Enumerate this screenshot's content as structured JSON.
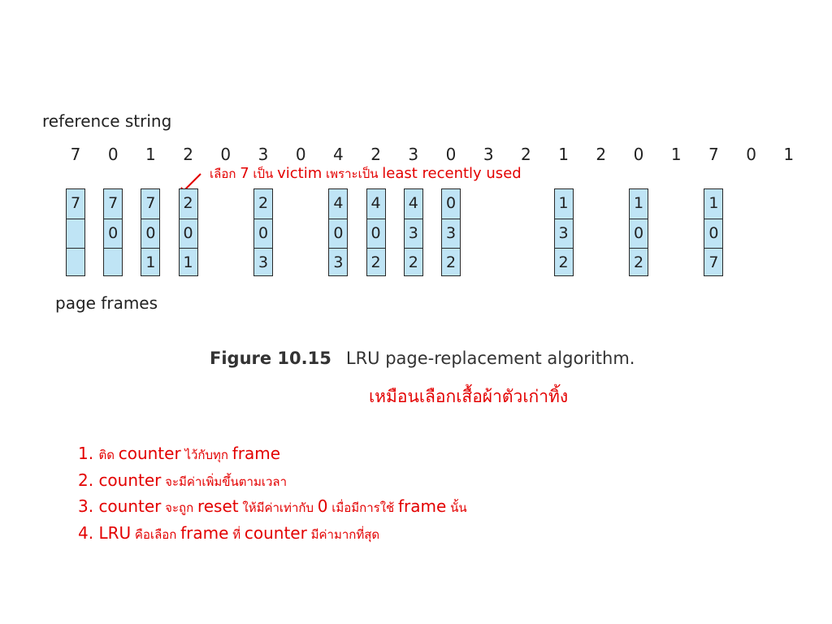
{
  "reference_string_label": "reference string",
  "page_frames_label": "page frames",
  "reference_string": [
    "7",
    "0",
    "1",
    "2",
    "0",
    "3",
    "0",
    "4",
    "2",
    "3",
    "0",
    "3",
    "2",
    "1",
    "2",
    "0",
    "1",
    "7",
    "0",
    "1"
  ],
  "frames": [
    {
      "ref_index": 0,
      "cells": [
        "7",
        "",
        ""
      ]
    },
    {
      "ref_index": 1,
      "cells": [
        "7",
        "0",
        ""
      ]
    },
    {
      "ref_index": 2,
      "cells": [
        "7",
        "0",
        "1"
      ]
    },
    {
      "ref_index": 3,
      "cells": [
        "2",
        "0",
        "1"
      ]
    },
    {
      "ref_index": 5,
      "cells": [
        "2",
        "0",
        "3"
      ]
    },
    {
      "ref_index": 7,
      "cells": [
        "4",
        "0",
        "3"
      ]
    },
    {
      "ref_index": 8,
      "cells": [
        "4",
        "0",
        "2"
      ]
    },
    {
      "ref_index": 9,
      "cells": [
        "4",
        "3",
        "2"
      ]
    },
    {
      "ref_index": 10,
      "cells": [
        "0",
        "3",
        "2"
      ]
    },
    {
      "ref_index": 13,
      "cells": [
        "1",
        "3",
        "2"
      ]
    },
    {
      "ref_index": 15,
      "cells": [
        "1",
        "0",
        "2"
      ]
    },
    {
      "ref_index": 17,
      "cells": [
        "1",
        "0",
        "7"
      ]
    }
  ],
  "annotation": {
    "t1": "เลือก ",
    "t2": "7",
    "t3": " เป็น ",
    "t4": "victim",
    "t5": " เพราะเป็น ",
    "t6": "least recently used"
  },
  "figure_caption": {
    "label": "Figure 10.15",
    "text": "LRU page-replacement algorithm."
  },
  "thai_note": "เหมือนเลือกเสื้อผ้าตัวเก่าทิ้ง",
  "notes": [
    {
      "parts": [
        [
          "1. ",
          "en"
        ],
        [
          "ติด ",
          "th"
        ],
        [
          "counter",
          "en"
        ],
        [
          " ไว้กับทุก ",
          "th"
        ],
        [
          "frame",
          "en"
        ]
      ]
    },
    {
      "parts": [
        [
          "2. counter",
          "en"
        ],
        [
          " จะมีค่าเพิ่มขึ้นตามเวลา",
          "th"
        ]
      ]
    },
    {
      "parts": [
        [
          "3. counter",
          "en"
        ],
        [
          " จะถูก ",
          "th"
        ],
        [
          "reset",
          "en"
        ],
        [
          " ให้มีค่าเท่ากับ ",
          "th"
        ],
        [
          "0",
          "en"
        ],
        [
          " เมื่อมีการใช้ ",
          "th"
        ],
        [
          "frame",
          "en"
        ],
        [
          " นั้น",
          "th"
        ]
      ]
    },
    {
      "parts": [
        [
          "4. LRU",
          "en"
        ],
        [
          " คือเลือก ",
          "th"
        ],
        [
          "frame",
          "en"
        ],
        [
          " ที่ ",
          "th"
        ],
        [
          "counter",
          "en"
        ],
        [
          " มีค่ามากที่สุด",
          "th"
        ]
      ]
    }
  ],
  "colors": {
    "frame_fill": "#bfe4f5",
    "annotation_red": "#e30000",
    "text_dark": "#222222"
  }
}
